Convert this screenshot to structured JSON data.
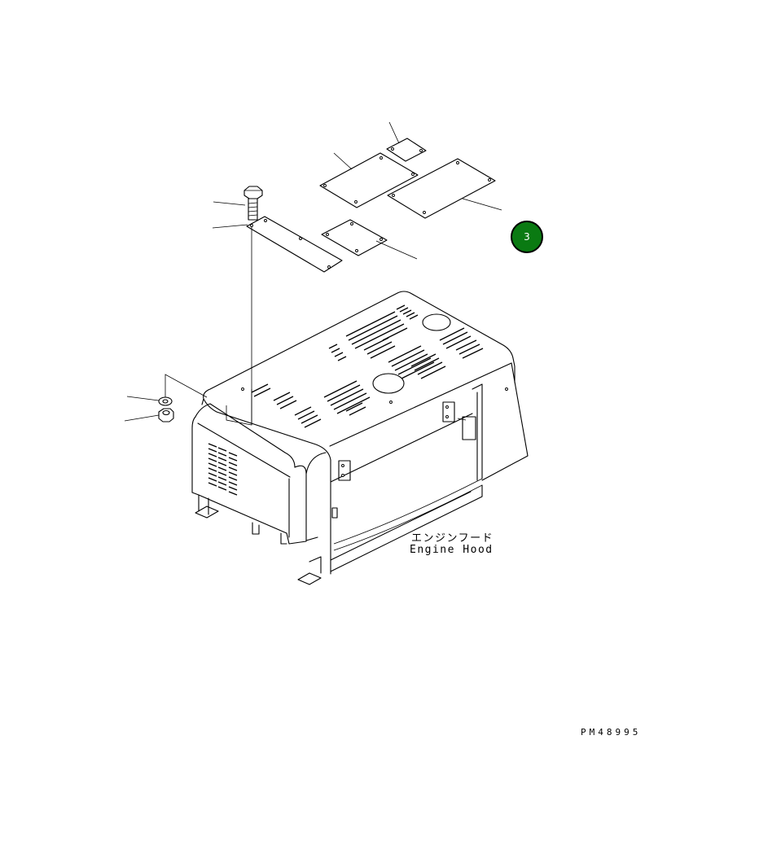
{
  "callout": {
    "number": "3",
    "color": "#0a7a12"
  },
  "hood_label": {
    "japanese": "エンジンフード",
    "english": "Engine Hood"
  },
  "drawing_number": "PM48995",
  "icons": [
    "bolt-icon",
    "washer-icon",
    "nut-icon",
    "cover-plate-icon"
  ]
}
